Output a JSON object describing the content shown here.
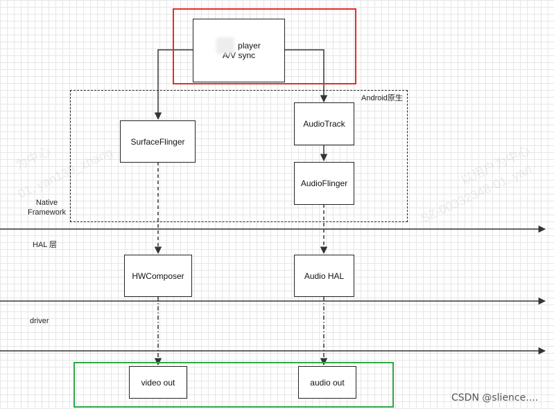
{
  "diagram": {
    "player": {
      "line1": "player",
      "line2": "A/V sync"
    },
    "android_native_label": "Android原生",
    "native_framework_label": "Native\nFramework",
    "hal_layer_label": "HAL 层",
    "driver_label": "driver",
    "boxes": {
      "surfaceflinger": "SurfaceFlinger",
      "audiotrack": "AudioTrack",
      "audioflinger": "AudioFlinger",
      "hwcomposer": "HWComposer",
      "audio_hal": "Audio HAL",
      "video_out": "video out",
      "audio_out": "audio out"
    },
    "colors": {
      "player_frame": "#e52a2a",
      "output_frame": "#2aa846",
      "line": "#333333"
    }
  },
  "watermark": {
    "text": "CSDN @slience...."
  }
}
